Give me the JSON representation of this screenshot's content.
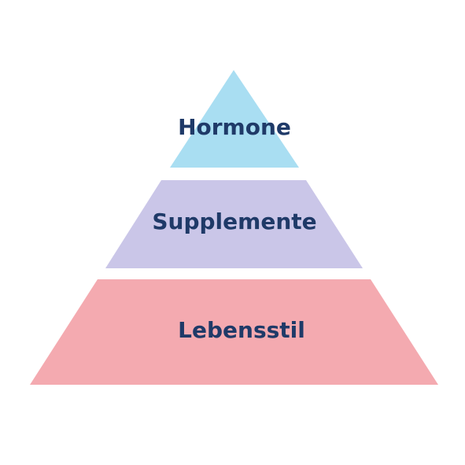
{
  "diagram": {
    "type": "pyramid",
    "tiers": [
      {
        "label": "Hormone",
        "color": "#a9def2"
      },
      {
        "label": "Supplemente",
        "color": "#cac6e8"
      },
      {
        "label": "Lebensstil",
        "color": "#f4aab0"
      }
    ],
    "text_color": "#1f3a68"
  }
}
